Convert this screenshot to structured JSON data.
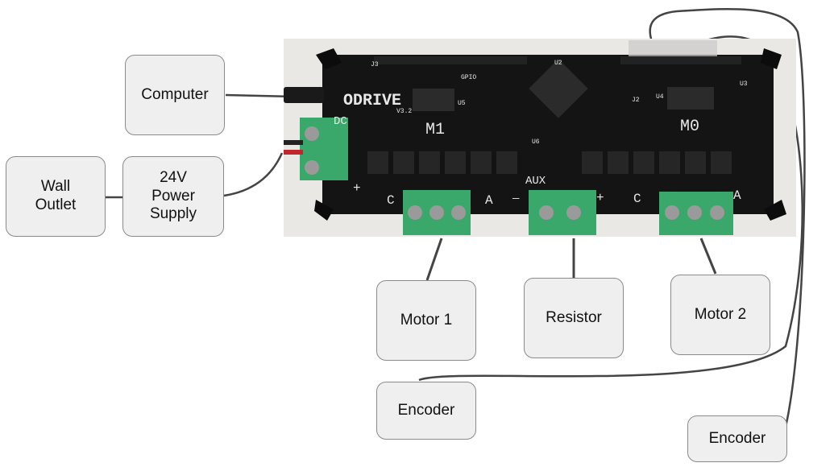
{
  "diagram": {
    "boxes": {
      "computer": "Computer",
      "wall_outlet": "Wall\nOutlet",
      "power_supply": "24V\nPower\nSupply",
      "motor1": "Motor 1",
      "resistor": "Resistor",
      "motor2": "Motor 2",
      "encoder1": "Encoder",
      "encoder2": "Encoder"
    },
    "board": {
      "brand": "ODRIVE",
      "version": "V3.2",
      "labels": {
        "m1": "M1",
        "m0": "M0",
        "dc": "DC",
        "aux": "AUX",
        "gpio": "GPIO",
        "c_left": "C",
        "a_left": "A",
        "c_right": "C",
        "a_right": "A",
        "plus_dc": "+",
        "minus_aux": "—",
        "plus_aux": "+",
        "u2": "U2",
        "u3": "U3",
        "u4": "U4",
        "u5": "U5",
        "u6": "U6",
        "j2": "J2",
        "j3": "J3"
      }
    }
  }
}
